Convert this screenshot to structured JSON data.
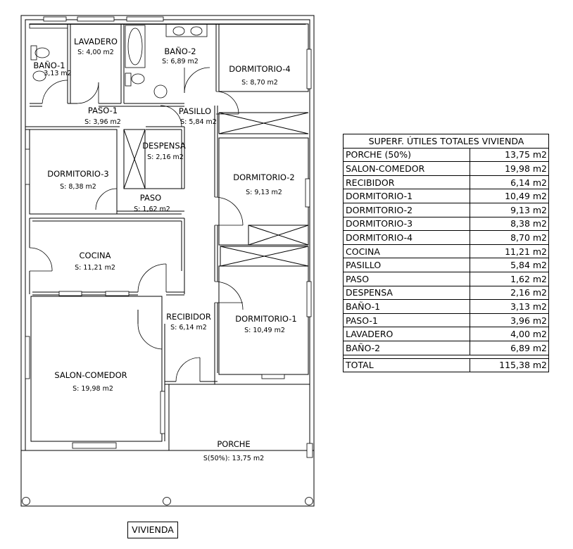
{
  "rooms": {
    "lavadero": {
      "name": "LAVADERO",
      "area": "S: 4,00 m2"
    },
    "bano2": {
      "name": "BAÑO-2",
      "area": "S: 6,89 m2"
    },
    "dormitorio4": {
      "name": "DORMITORIO-4",
      "area": "S: 8,70 m2"
    },
    "bano1": {
      "name": "BAÑO-1",
      "area": "3,13 m2"
    },
    "paso1": {
      "name": "PASO-1",
      "area": "S: 3,96 m2"
    },
    "pasillo": {
      "name": "PASILLO",
      "area": "S: 5,84 m2"
    },
    "despensa": {
      "name": "DESPENSA",
      "area": "S: 2,16 m2"
    },
    "dormitorio3": {
      "name": "DORMITORIO-3",
      "area": "S: 8,38 m2"
    },
    "paso": {
      "name": "PASO",
      "area": "S: 1,62 m2"
    },
    "dormitorio2": {
      "name": "DORMITORIO-2",
      "area": "S: 9,13 m2"
    },
    "cocina": {
      "name": "COCINA",
      "area": "S: 11,21 m2"
    },
    "recibidor": {
      "name": "RECIBIDOR",
      "area": "S: 6,14 m2"
    },
    "dormitorio1": {
      "name": "DORMITORIO-1",
      "area": "S: 10,49 m2"
    },
    "salon": {
      "name": "SALON-COMEDOR",
      "area": "S: 19,98 m2"
    },
    "porche": {
      "name": "PORCHE",
      "area": "S(50%): 13,75 m2"
    }
  },
  "surface_table": {
    "title": "SUPERF. ÚTILES TOTALES VIVIENDA",
    "rows": [
      {
        "label": "PORCHE (50%)",
        "value": "13,75 m2"
      },
      {
        "label": "SALON-COMEDOR",
        "value": "19,98 m2"
      },
      {
        "label": "RECIBIDOR",
        "value": "6,14 m2"
      },
      {
        "label": "DORMITORIO-1",
        "value": "10,49 m2"
      },
      {
        "label": "DORMITORIO-2",
        "value": "9,13 m2"
      },
      {
        "label": "DORMITORIO-3",
        "value": "8,38 m2"
      },
      {
        "label": "DORMITORIO-4",
        "value": "8,70 m2"
      },
      {
        "label": "COCINA",
        "value": "11,21 m2"
      },
      {
        "label": "PASILLO",
        "value": "5,84 m2"
      },
      {
        "label": "PASO",
        "value": "1,62 m2"
      },
      {
        "label": "DESPENSA",
        "value": "2,16 m2"
      },
      {
        "label": "BAÑO-1",
        "value": "3,13 m2"
      },
      {
        "label": "PASO-1",
        "value": "3,96 m2"
      },
      {
        "label": "LAVADERO",
        "value": "4,00 m2"
      },
      {
        "label": "BAÑO-2",
        "value": "6,89 m2"
      }
    ],
    "total_label": "TOTAL",
    "total_value": "115,38 m2"
  },
  "caption": "VIVIENDA"
}
